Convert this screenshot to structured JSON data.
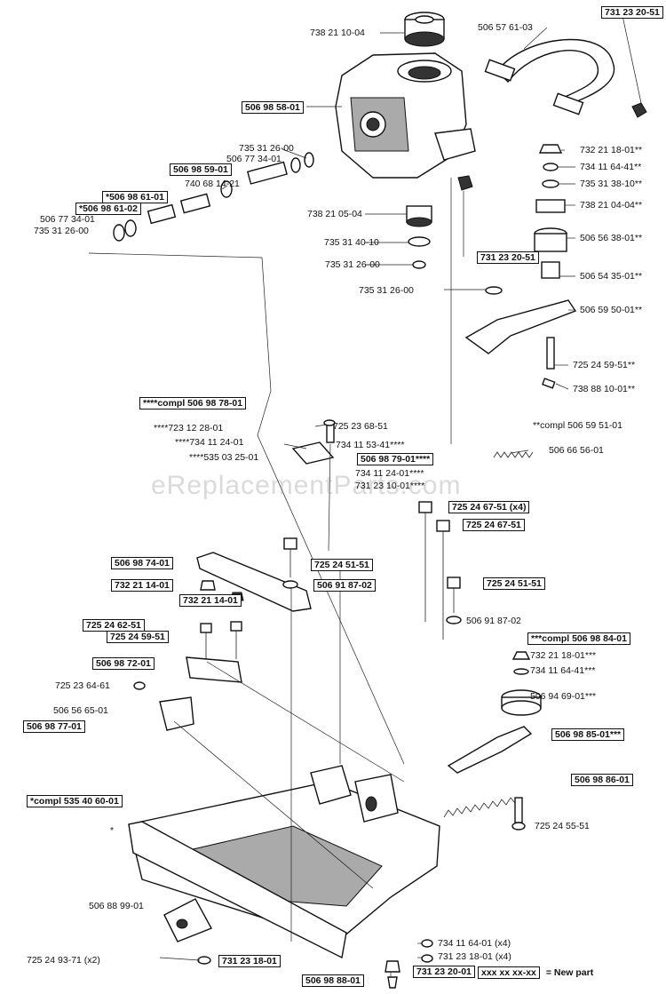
{
  "watermark": "eReplacementParts.com",
  "legend": {
    "key": "xxx xx xx-xx",
    "text": "= New part"
  },
  "labels": [
    {
      "text": "738 21 10-04",
      "boxed": false
    },
    {
      "text": "731 23 20-51",
      "boxed": true
    },
    {
      "text": "506 57 61-03",
      "boxed": false
    },
    {
      "text": "506 98 58-01",
      "boxed": true
    },
    {
      "text": "735 31 26-00",
      "boxed": false
    },
    {
      "text": "506 77 34-01",
      "boxed": false
    },
    {
      "text": "506 98 59-01",
      "boxed": true
    },
    {
      "text": "740 68 14-21",
      "boxed": false
    },
    {
      "text": "*506 98 61-01",
      "boxed": true
    },
    {
      "text": "*506 98 61-02",
      "boxed": true
    },
    {
      "text": "506 77 34-01",
      "boxed": false
    },
    {
      "text": "735 31 26-00",
      "boxed": false
    },
    {
      "text": "732 21 18-01**",
      "boxed": false
    },
    {
      "text": "734 11 64-41**",
      "boxed": false
    },
    {
      "text": "735 31 38-10**",
      "boxed": false
    },
    {
      "text": "738 21 05-04",
      "boxed": false
    },
    {
      "text": "738 21 04-04**",
      "boxed": false
    },
    {
      "text": "735 31 40-10",
      "boxed": false
    },
    {
      "text": "506 56 38-01**",
      "boxed": false
    },
    {
      "text": "731 23 20-51",
      "boxed": true
    },
    {
      "text": "735 31 26-00",
      "boxed": false
    },
    {
      "text": "506 54 35-01**",
      "boxed": false
    },
    {
      "text": "735 31 26-00",
      "boxed": false
    },
    {
      "text": "506 59 50-01**",
      "boxed": false
    },
    {
      "text": "725 24 59-51**",
      "boxed": false
    },
    {
      "text": "738 88 10-01**",
      "boxed": false
    },
    {
      "text": "****compl 506 98 78-01",
      "boxed": true
    },
    {
      "text": "725 23 68-51",
      "boxed": false
    },
    {
      "text": "**compl 506 59 51-01",
      "boxed": false
    },
    {
      "text": "****723 12 28-01",
      "boxed": false
    },
    {
      "text": "****734 11 24-01",
      "boxed": false
    },
    {
      "text": "734 11 53-41****",
      "boxed": false
    },
    {
      "text": "506 66 56-01",
      "boxed": false
    },
    {
      "text": "****535 03 25-01",
      "boxed": false
    },
    {
      "text": "506 98 79-01****",
      "boxed": true
    },
    {
      "text": "734 11 24-01****",
      "boxed": false
    },
    {
      "text": "731 23 10-01****",
      "boxed": false
    },
    {
      "text": "725 24 67-51 (x4)",
      "boxed": true
    },
    {
      "text": "725 24 67-51",
      "boxed": true
    },
    {
      "text": "506 98 74-01",
      "boxed": true
    },
    {
      "text": "725 24 51-51",
      "boxed": true
    },
    {
      "text": "732 21 14-01",
      "boxed": true
    },
    {
      "text": "506 91 87-02",
      "boxed": true
    },
    {
      "text": "725 24 51-51",
      "boxed": true
    },
    {
      "text": "732 21 14-01",
      "boxed": true
    },
    {
      "text": "725 24 62-51",
      "boxed": true
    },
    {
      "text": "506 91 87-02",
      "boxed": false
    },
    {
      "text": "725 24 59-51",
      "boxed": true
    },
    {
      "text": "***compl 506 98 84-01",
      "boxed": true
    },
    {
      "text": "506 98 72-01",
      "boxed": true
    },
    {
      "text": "732 21 18-01***",
      "boxed": false
    },
    {
      "text": "734 11 64-41***",
      "boxed": false
    },
    {
      "text": "725 23 64-61",
      "boxed": false
    },
    {
      "text": "506 94 69-01***",
      "boxed": false
    },
    {
      "text": "506 56 65-01",
      "boxed": false
    },
    {
      "text": "506 98 77-01",
      "boxed": true
    },
    {
      "text": "506 98 85-01***",
      "boxed": true
    },
    {
      "text": "506 98 86-01",
      "boxed": true
    },
    {
      "text": "*compl 535 40 60-01",
      "boxed": true
    },
    {
      "text": "725 24 55-51",
      "boxed": false
    },
    {
      "text": "*",
      "boxed": false
    },
    {
      "text": "506 88 99-01",
      "boxed": false
    },
    {
      "text": "734 11 64-01 (x4)",
      "boxed": false
    },
    {
      "text": "725 24 93-71 (x2)",
      "boxed": false
    },
    {
      "text": "731 23 18-01 (x4)",
      "boxed": false
    },
    {
      "text": "731 23 20-01",
      "boxed": true
    },
    {
      "text": "731 23 18-01",
      "boxed": true
    },
    {
      "text": "506 98 88-01",
      "boxed": true
    }
  ]
}
